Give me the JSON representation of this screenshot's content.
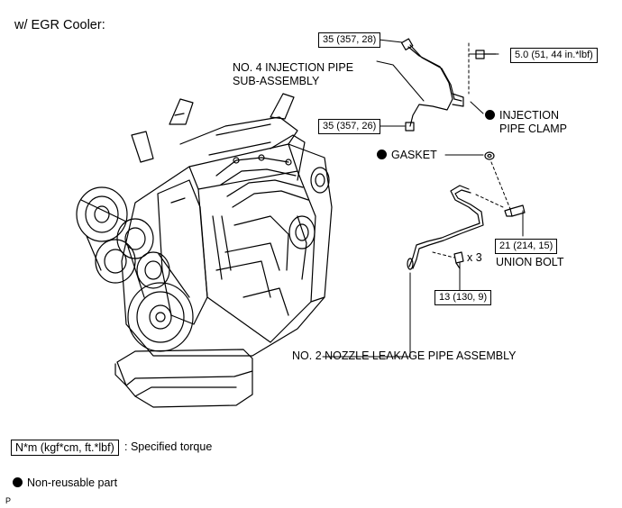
{
  "title": "w/ EGR Cooler:",
  "torques": {
    "pipe_top": "35 (357, 28)",
    "clamp_bolt": "5.0 (51, 44 in.*lbf)",
    "pipe_bottom": "35 (357, 26)",
    "union_bolt": "21 (214, 15)",
    "leak_bolts": "13 (130, 9)"
  },
  "labels": {
    "pipe_line1": "NO. 4 INJECTION PIPE",
    "pipe_line2": "SUB-ASSEMBLY",
    "clamp_line1": "INJECTION",
    "clamp_line2": "PIPE CLAMP",
    "gasket": "GASKET",
    "union_bolt": "UNION BOLT",
    "qty": "x 3",
    "leak_pipe": "NO. 2 NOZZLE LEAKAGE PIPE ASSEMBLY"
  },
  "legend": {
    "torque_units": "N*m (kgf*cm, ft.*lbf)",
    "torque_desc": ": Specified torque",
    "non_reusable": "Non-reusable part"
  },
  "figure_code": "P",
  "colors": {
    "ink": "#000000",
    "background": "#ffffff"
  }
}
